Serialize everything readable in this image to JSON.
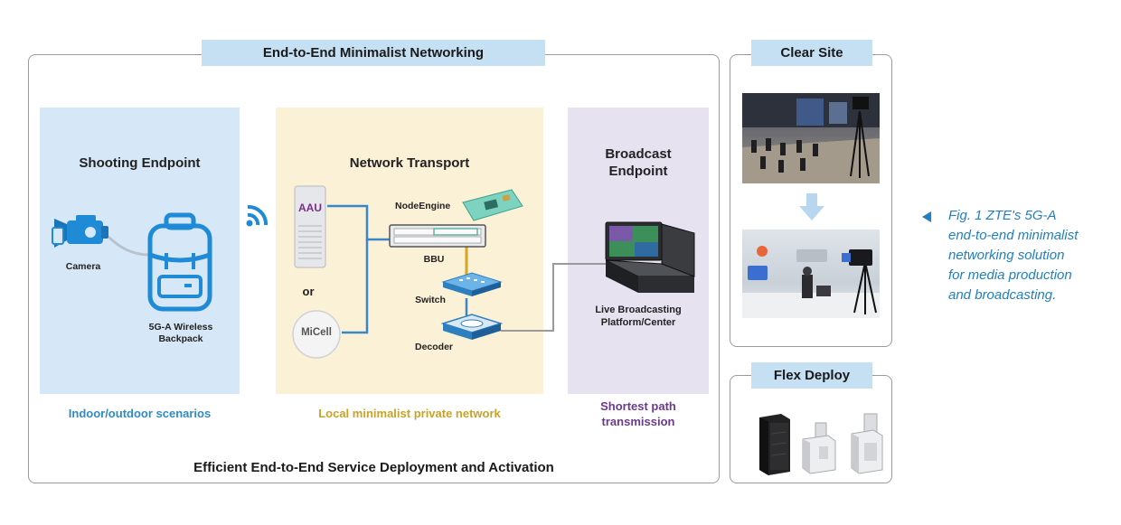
{
  "main": {
    "title": "End-to-End Minimalist Networking",
    "footer": "Efficient End-to-End Service Deployment and Activation",
    "shooting": {
      "title": "Shooting Endpoint",
      "camera_label": "Camera",
      "backpack_label_1": "5G-A Wireless",
      "backpack_label_2": "Backpack",
      "caption": "Indoor/outdoor scenarios"
    },
    "transport": {
      "title": "Network Transport",
      "aau_label": "AAU",
      "or_label": "or",
      "micell_label": "MiCell",
      "nodeengine_label": "NodeEngine",
      "bbu_label": "BBU",
      "switch_label": "Switch",
      "decoder_label": "Decoder",
      "caption": "Local minimalist private network"
    },
    "broadcast": {
      "title_1": "Broadcast",
      "title_2": "Endpoint",
      "platform_label_1": "Live Broadcasting",
      "platform_label_2": "Platform/Center",
      "caption_1": "Shortest path",
      "caption_2": "transmission"
    }
  },
  "clear_site": {
    "title": "Clear Site"
  },
  "flex_deploy": {
    "title": "Flex Deploy"
  },
  "figure_caption": {
    "line1": "Fig. 1 ZTE's 5G-A",
    "line2": "end-to-end minimalist",
    "line3": "networking solution",
    "line4": "for media production",
    "line5": "and broadcasting."
  },
  "colors": {
    "shooting_bg": "#d6e8f7",
    "transport_bg": "#faf1d6",
    "broadcast_bg": "#e7e2ef",
    "shooting_caption": "#2e8bcb",
    "transport_caption": "#c9a227",
    "broadcast_caption": "#6b3a8c",
    "tab_bg": "#c5dff3",
    "accent_blue": "#1f8ad6"
  }
}
